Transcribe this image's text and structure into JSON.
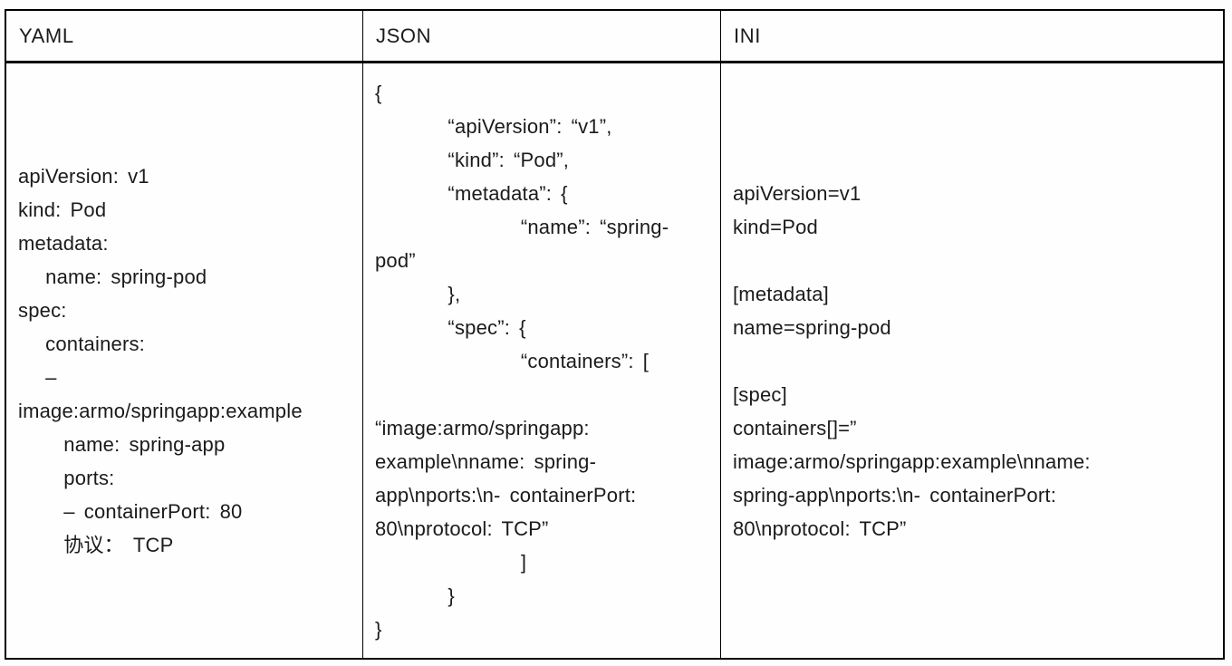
{
  "table": {
    "columns": [
      {
        "header": "YAML",
        "code": "apiVersion: v1\nkind: Pod\nmetadata:\n   name: spring-pod\nspec:\n   containers:\n   –\nimage:armo/springapp:example\n     name: spring-app\n     ports:\n     – containerPort: 80\n     协议： TCP"
      },
      {
        "header": "JSON",
        "code": "{\n        “apiVersion”: “v1”,\n        “kind”: “Pod”,\n        “metadata”: {\n                “name”: “spring-\npod”\n        },\n        “spec”: {\n                “containers”: [\n\n“image:armo/springapp:\nexample\\nname: spring-\napp\\nports:\\n- containerPort:\n80\\nprotocol: TCP”\n                ]\n        }\n}"
      },
      {
        "header": "INI",
        "code": "apiVersion=v1\nkind=Pod\n\n[metadata]\nname=spring-pod\n\n[spec]\ncontainers[]=”\nimage:armo/springapp:example\\nname:\nspring-app\\nports:\\n- containerPort:\n80\\nprotocol: TCP”"
      }
    ]
  },
  "colors": {
    "background": "#fdfdfd",
    "table_background": "#fefefe",
    "border": "#000000",
    "text": "#1b1b1b"
  }
}
